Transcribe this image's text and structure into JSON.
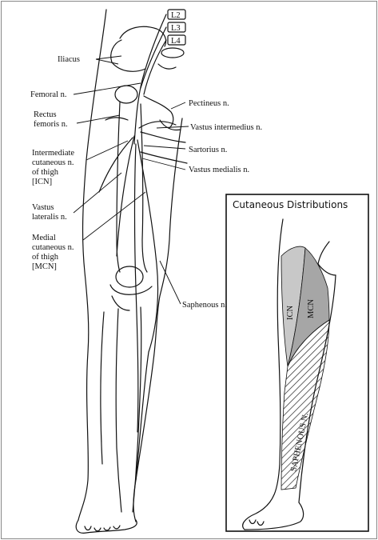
{
  "vertebrae": [
    "L2",
    "L3",
    "L4"
  ],
  "labels": {
    "iliacus": "Iliacus",
    "femoral": "Femoral n.",
    "rectus_1": "Rectus",
    "rectus_2": "femoris n.",
    "pectineus": "Pectineus n.",
    "vastus_intermedius": "Vastus intermedius n.",
    "icn_1": "Intermediate",
    "icn_2": "cutaneous n.",
    "icn_3": "of thigh",
    "icn_4": "[ICN]",
    "sartorius": "Sartorius n.",
    "vastus_medialis": "Vastus medialis n.",
    "vastus_lateralis_1": "Vastus",
    "vastus_lateralis_2": "lateralis n.",
    "mcn_1": "Medial",
    "mcn_2": "cutaneous n.",
    "mcn_3": "of thigh",
    "mcn_4": "[MCN]",
    "saphenous": "Saphenous n."
  },
  "inset": {
    "title": "Cutaneous Distributions",
    "icn": "ICN",
    "mcn": "MCN",
    "saphenous": "SAPHENOUS N."
  },
  "colors": {
    "mcn_zone": "#a6a6a6",
    "icn_zone": "#c8c8c8",
    "line": "#111111"
  }
}
